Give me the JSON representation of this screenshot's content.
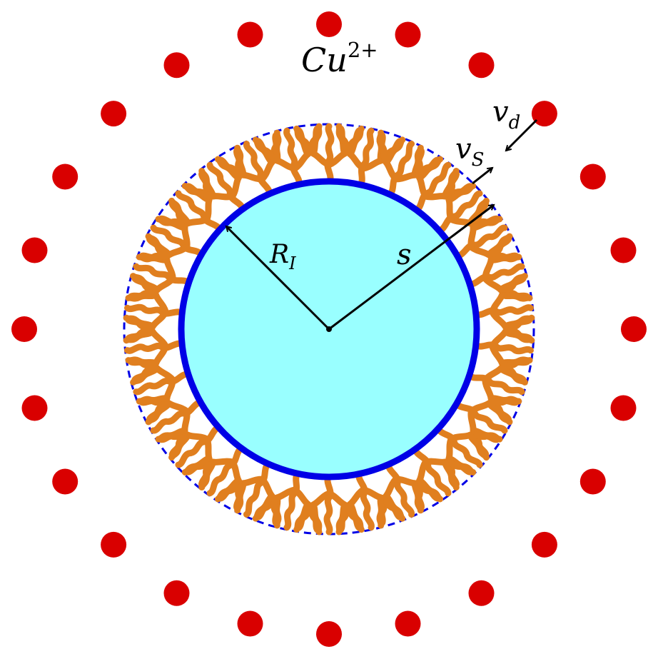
{
  "labels": {
    "ion": "Cu",
    "ion_charge": "2+",
    "inner_radius": "R",
    "inner_radius_sub": "I",
    "shell_radius": "s",
    "v_s": "v",
    "v_s_sub": "S",
    "v_d": "v",
    "v_d_sub": "d"
  },
  "colors": {
    "ions": "#d90000",
    "core_fill": "#99ffff",
    "core_stroke": "#0000e6",
    "polymer": "#e07f1f",
    "shell_boundary": "#0000e6",
    "arrows": "#000000"
  },
  "counts": {
    "ions": 24,
    "polymer_brushes": 30
  }
}
